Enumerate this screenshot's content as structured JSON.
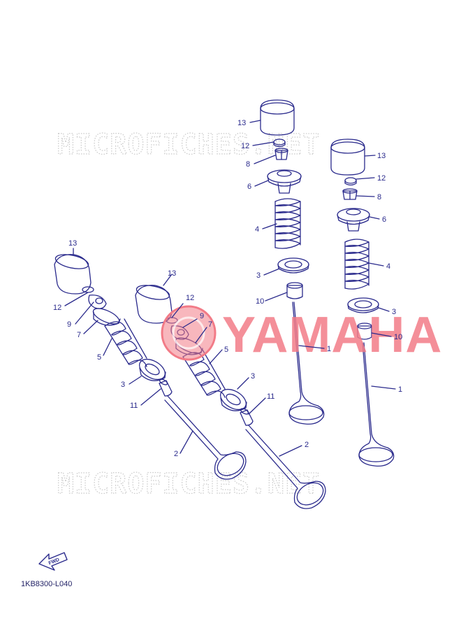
{
  "watermark_text": "MICROFICHES.NET",
  "brand_text": "YAMAHA",
  "brand_color": "#f27b87",
  "line_color": "#2a2a8c",
  "fwd_label": "FWD",
  "diagram_code": "1KB8300-L040",
  "callouts": {
    "c1": "1",
    "c2": "1",
    "c3": "2",
    "c4": "2",
    "c5": "3",
    "c6": "3",
    "c7": "3",
    "c8": "3",
    "c9": "4",
    "c10": "4",
    "c11": "5",
    "c12": "5",
    "c13": "6",
    "c14": "6",
    "c15": "7",
    "c16": "7",
    "c17": "8",
    "c18": "8",
    "c19": "9",
    "c20": "9",
    "c21": "10",
    "c22": "10",
    "c23": "11",
    "c24": "11",
    "c25": "12",
    "c26": "12",
    "c27": "12",
    "c28": "12",
    "c29": "13",
    "c30": "13",
    "c31": "13",
    "c32": "13"
  }
}
